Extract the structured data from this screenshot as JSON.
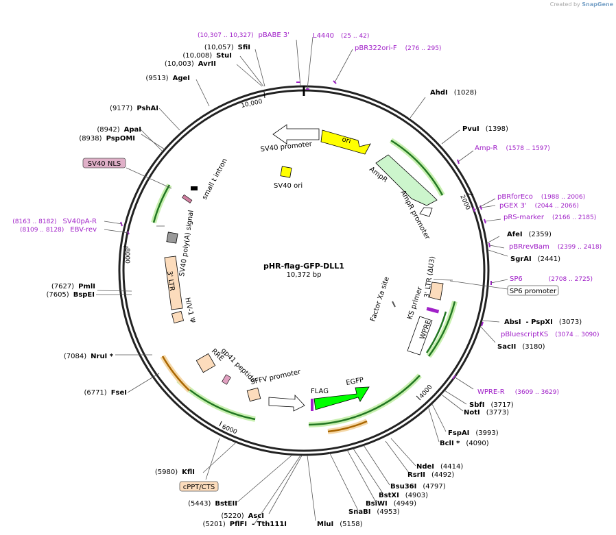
{
  "watermark": {
    "prefix": "Created by",
    "brand": "SnapGene"
  },
  "plasmid": {
    "name": "pHR-flag-GFP-DLL1",
    "length_label": "10,372 bp"
  },
  "ticks": [
    "2000",
    "4000",
    "6000",
    "8000",
    "10,000"
  ],
  "enzymes": [
    {
      "name": "AhdI",
      "pos": "(1028)"
    },
    {
      "name": "PvuI",
      "pos": "(1398)"
    },
    {
      "name": "AfeI",
      "pos": "(2359)"
    },
    {
      "name": "SgrAI",
      "pos": "(2441)"
    },
    {
      "name": "AbsI  - PspXI",
      "pos": "(3073)"
    },
    {
      "name": "SacII",
      "pos": "(3180)"
    },
    {
      "name": "SbfI",
      "pos": "(3717)"
    },
    {
      "name": "NotI",
      "pos": "(3773)"
    },
    {
      "name": "FspAI",
      "pos": "(3993)"
    },
    {
      "name": "BclI *",
      "pos": "(4090)"
    },
    {
      "name": "NdeI",
      "pos": "(4414)"
    },
    {
      "name": "RsrII",
      "pos": "(4492)"
    },
    {
      "name": "Bsu36I",
      "pos": "(4797)"
    },
    {
      "name": "BstXI",
      "pos": "(4903)"
    },
    {
      "name": "BsiWI",
      "pos": "(4949)"
    },
    {
      "name": "SnaBI",
      "pos": "(4953)"
    },
    {
      "name": "MluI",
      "pos": "(5158)"
    },
    {
      "name": "AscI",
      "pos": "(5220)"
    },
    {
      "name": "PflFI  - Tth111I",
      "pos": "(5201)"
    },
    {
      "name": "BstEII",
      "pos": "(5443)"
    },
    {
      "name": "KflI",
      "pos": "(5980)"
    },
    {
      "name": "FseI",
      "pos": "(6771)"
    },
    {
      "name": "NruI *",
      "pos": "(7084)"
    },
    {
      "name": "BspEI",
      "pos": "(7605)"
    },
    {
      "name": "PmlI",
      "pos": "(7627)"
    },
    {
      "name": "PspOMI",
      "pos": "(8938)"
    },
    {
      "name": "ApaI",
      "pos": "(8942)"
    },
    {
      "name": "PshAI",
      "pos": "(9177)"
    },
    {
      "name": "AgeI",
      "pos": "(9513)"
    },
    {
      "name": "AvrII",
      "pos": "(10,003)"
    },
    {
      "name": "StuI",
      "pos": "(10,008)"
    },
    {
      "name": "SfiI",
      "pos": "(10,057)"
    }
  ],
  "primers": [
    {
      "name": "L4440",
      "range": "(25 .. 42)"
    },
    {
      "name": "pBR322ori-F",
      "range": "(276 .. 295)"
    },
    {
      "name": "Amp-R",
      "range": "(1578 .. 1597)"
    },
    {
      "name": "pBRforEco",
      "range": "(1988 .. 2006)"
    },
    {
      "name": "pGEX 3'",
      "range": "(2044 .. 2066)"
    },
    {
      "name": "pRS-marker",
      "range": "(2166 .. 2185)"
    },
    {
      "name": "pBRrevBam",
      "range": "(2399 .. 2418)"
    },
    {
      "name": "SP6",
      "range": "(2708 .. 2725)"
    },
    {
      "name": "pBluescriptKS",
      "range": "(3074 .. 3090)"
    },
    {
      "name": "WPRE-R",
      "range": "(3609 .. 3629)"
    },
    {
      "name": "SV40pA-R",
      "range": "(8163 .. 8182)"
    },
    {
      "name": "EBV-rev",
      "range": "(8109 .. 8128)"
    },
    {
      "name": "pBABE 3'",
      "range": "(10,307 .. 10,327)"
    }
  ],
  "boxed_features": {
    "sv40_nls": "SV40 NLS",
    "sp6_promoter": "SP6 promoter",
    "cppt_cts": "cPPT/CTS"
  },
  "features": {
    "ori": "ori",
    "ampr": "AmpR",
    "ampr_promoter": "AmpR promoter",
    "sv40_promoter": "SV40 promoter",
    "sv40_ori": "SV40 ori",
    "small_t_intron": "small t intron",
    "sv40_polya": "SV40 poly(A) signal",
    "ltr_3": "3' LTR",
    "hiv_psi": "HIV-1 Ψ",
    "rre": "RRE",
    "gp41": "gp41 peptide",
    "sffv": "SFFV promoter",
    "flag": "FLAG",
    "egfp": "EGFP",
    "wpre": "WPRE",
    "ks_primer": "KS primer",
    "ltr_du3": "3' LTR (ΔU3)",
    "factor_xa": "Factor Xa site"
  },
  "colors": {
    "ori": "#ffff00",
    "ampr": "#ccf5cc",
    "egfp": "#00ff00",
    "ltr": "#fcdcbc",
    "primer": "#a020c8",
    "nls": "#e0b0c8",
    "cds_glow": "#66cc33",
    "orange_glow": "#e8a040"
  }
}
